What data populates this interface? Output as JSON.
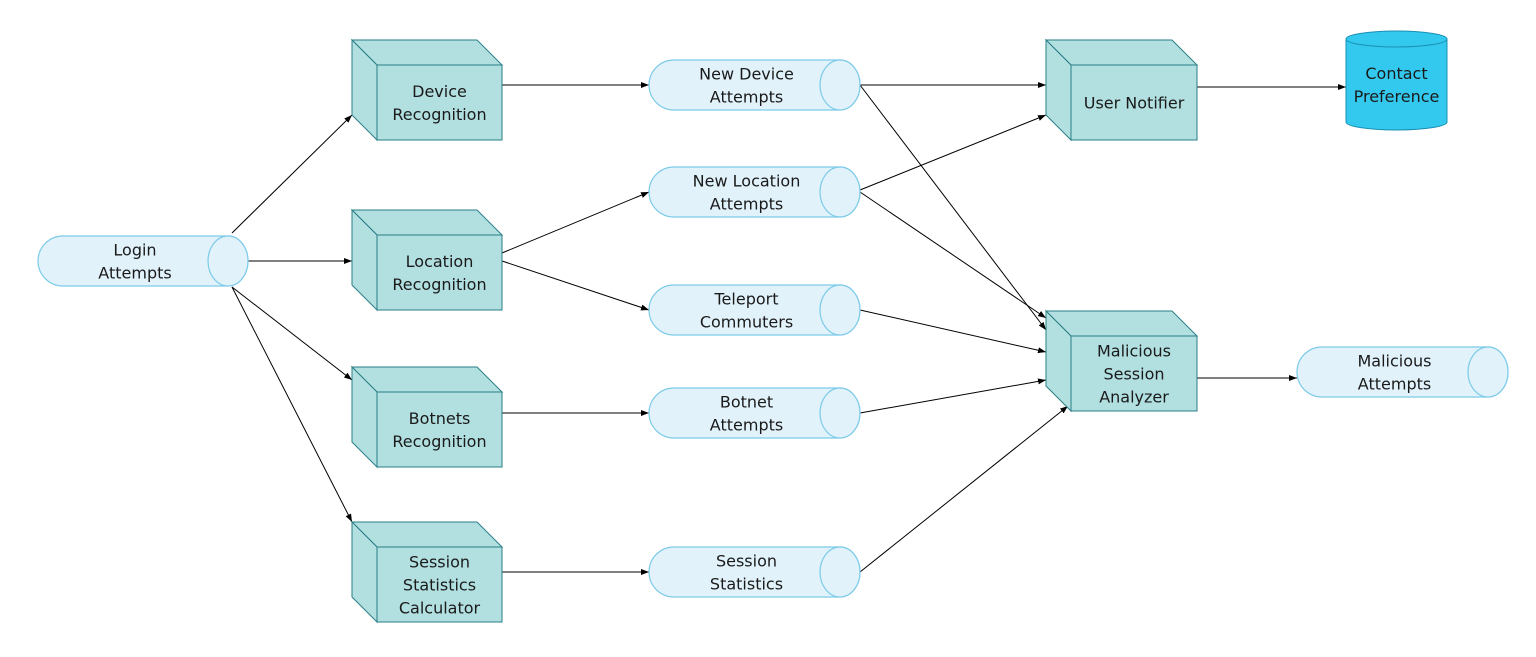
{
  "nodes": {
    "login_attempts": {
      "kind": "stream",
      "lines": [
        "Login",
        "Attempts"
      ]
    },
    "device_recognition": {
      "kind": "processor",
      "lines": [
        "Device",
        "Recognition"
      ]
    },
    "location_recognition": {
      "kind": "processor",
      "lines": [
        "Location",
        "Recognition"
      ]
    },
    "botnets_recognition": {
      "kind": "processor",
      "lines": [
        "Botnets",
        "Recognition"
      ]
    },
    "session_statistics_calculator": {
      "kind": "processor",
      "lines": [
        "Session",
        "Statistics",
        "Calculator"
      ]
    },
    "new_device_attempts": {
      "kind": "stream",
      "lines": [
        "New Device",
        "Attempts"
      ]
    },
    "new_location_attempts": {
      "kind": "stream",
      "lines": [
        "New Location",
        "Attempts"
      ]
    },
    "teleport_commuters": {
      "kind": "stream",
      "lines": [
        "Teleport",
        "Commuters"
      ]
    },
    "botnet_attempts": {
      "kind": "stream",
      "lines": [
        "Botnet",
        "Attempts"
      ]
    },
    "session_statistics": {
      "kind": "stream",
      "lines": [
        "Session",
        "Statistics"
      ]
    },
    "user_notifier": {
      "kind": "processor",
      "lines": [
        "User Notifier"
      ]
    },
    "contact_preference": {
      "kind": "database",
      "lines": [
        "Contact",
        "Preference"
      ]
    },
    "malicious_session_analyzer": {
      "kind": "processor",
      "lines": [
        "Malicious",
        "Session",
        "Analyzer"
      ]
    },
    "malicious_attempts": {
      "kind": "stream",
      "lines": [
        "Malicious",
        "Attempts"
      ]
    }
  },
  "edges": [
    {
      "from": "login_attempts",
      "to": "device_recognition"
    },
    {
      "from": "login_attempts",
      "to": "location_recognition"
    },
    {
      "from": "login_attempts",
      "to": "botnets_recognition"
    },
    {
      "from": "login_attempts",
      "to": "session_statistics_calculator"
    },
    {
      "from": "device_recognition",
      "to": "new_device_attempts"
    },
    {
      "from": "location_recognition",
      "to": "new_location_attempts"
    },
    {
      "from": "location_recognition",
      "to": "teleport_commuters"
    },
    {
      "from": "botnets_recognition",
      "to": "botnet_attempts"
    },
    {
      "from": "session_statistics_calculator",
      "to": "session_statistics"
    },
    {
      "from": "new_device_attempts",
      "to": "user_notifier"
    },
    {
      "from": "new_location_attempts",
      "to": "user_notifier"
    },
    {
      "from": "new_device_attempts",
      "to": "malicious_session_analyzer"
    },
    {
      "from": "new_location_attempts",
      "to": "malicious_session_analyzer"
    },
    {
      "from": "teleport_commuters",
      "to": "malicious_session_analyzer"
    },
    {
      "from": "botnet_attempts",
      "to": "malicious_session_analyzer"
    },
    {
      "from": "session_statistics",
      "to": "malicious_session_analyzer"
    },
    {
      "from": "user_notifier",
      "to": "contact_preference"
    },
    {
      "from": "malicious_session_analyzer",
      "to": "malicious_attempts"
    }
  ],
  "colors": {
    "processor_fill": "#b2dfe0",
    "processor_stroke": "#2a7f86",
    "stream_fill": "#e1f2fb",
    "stream_stroke": "#7ccbe8",
    "database_fill": "#33c8ee",
    "database_stroke": "#1a8fb4",
    "edge": "#000000",
    "text": "#1a1a1a"
  }
}
